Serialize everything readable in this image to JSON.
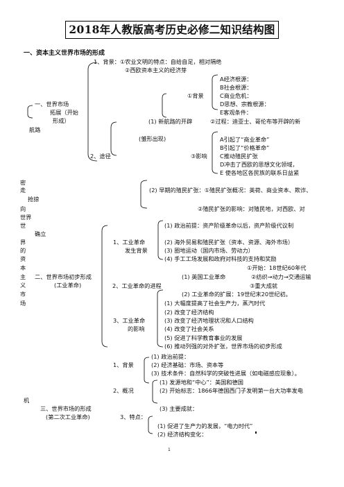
{
  "doc": {
    "title": "2018年人教版高考历史必修二知识结构图",
    "section1": "一、资本主义世界市场的形成",
    "page_number": "1"
  },
  "lines": [
    "1、背景：①农业文明的特点：自给自足，相对隔绝",
    "②西欧资本主义的经济芽",
    "A经济根源：",
    "B社会根源：",
    "一、世界市场",
    "①背景",
    "C商业危机：",
    "拓展（开始",
    "D思想、宗教根源：",
    "形成）",
    "E客观条件：",
    "(1) 新航路的开辟",
    "②过程：迪亚士、哥伦布等开辟的新",
    "航路",
    "(雏形出现)",
    "A引起了“商业革命”",
    "B引起了“价格革命”",
    "2、途径",
    "③影响",
    "C推动殖民扩张",
    "D冲击了西欧的思想文化领域，",
    "E 使各地区各民族的联系日益紧",
    "密",
    "走",
    "(2) 早期的殖民扩张：①殖民扩张概况：英荷、商业资本、欺诈、",
    "抢掠",
    "向",
    "②殖民扩张的影响：对殖民地，对西欧、对",
    "世界",
    "世",
    "(1) 政治前提：资产阶级革命以后，资产阶级代议制",
    "确立",
    "界",
    "1、工业革命",
    "(2) 海外贸易和殖民扩张（资本、资源、海外市场）",
    "的",
    "发生背景",
    "(3) 圈地运动（国内市场、劳动力）",
    "资",
    "(4) 手工工场发展和政府对科技的支持和奖励",
    "本",
    "①开始：18世纪60年代",
    "主",
    "二、世界市场初步形成",
    "(1) 英国工业革命",
    "②纺织→动力→交通运输",
    "义",
    "(工业革命)",
    "2、工业革命的进程",
    "③重大成就",
    "市",
    "(2) 工业革命的扩展：19世纪末20世纪初。",
    "场",
    "(1) 大幅度提高了社会生产力，蒸汽时代",
    "(2) 改变了经济结构",
    "3、工业革命",
    "(3) 改变了经济地理状况和人口结构",
    "的影响",
    "(4) 改变了社会关系",
    "(5) 促进了科学教育事业的发展",
    "(6) 推动列强的对外扩张，世界市场的初步形成",
    "(1) 政治前提：",
    "1、背景",
    "(2) 经济基础：市场、资本等",
    "(3) 技术条件：自然科学的突破性进展（如电磁感应现象）。",
    "(1) 发源地和“中心”：美国和德国",
    "2、概况",
    "(2) 开始标志：1866年德国西门子发明第一台大功率发电",
    "机",
    "三、世界市场的形成",
    "(3) 主要成就：",
    "(第二次工业革命)",
    "3、特点：",
    "(1) 促进了生产力的发展，“电力时代”",
    "(2) 经济结构变化："
  ]
}
